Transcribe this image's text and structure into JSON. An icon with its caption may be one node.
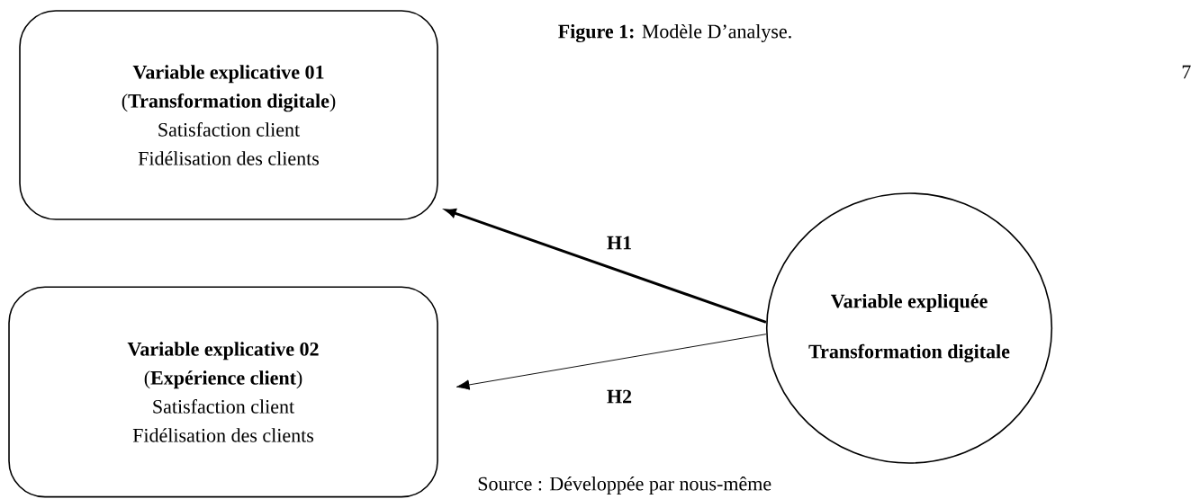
{
  "diagram": {
    "title": "**Figure 1:** Modèle D’analyse.",
    "caption": "Source : Développée par nous-même",
    "nodes": [
      {
        "text": [
          "Variable explicative 01",
          "(**Transformation digitale**)",
          "Satisfaction client",
          "Fidélisation des clients"
        ]
      },
      {
        "text": [
          "Variable explicative 02",
          "(**Expérience client**)",
          "Satisfaction client",
          "Fidélisation des clients"
        ]
      },
      {
        "text": [
          "Variable expliquée",
          "Transformation digitale"
        ]
      }
    ],
    "edges": [
      {
        "from": 2,
        "to": 0,
        "arrow": "to",
        "label": "H1",
        "style": "thick"
      },
      {
        "from": 2,
        "to": 1,
        "arrow": "to",
        "label": "H2"
      }
    ],
    "labels": [
      "7"
    ]
  }
}
